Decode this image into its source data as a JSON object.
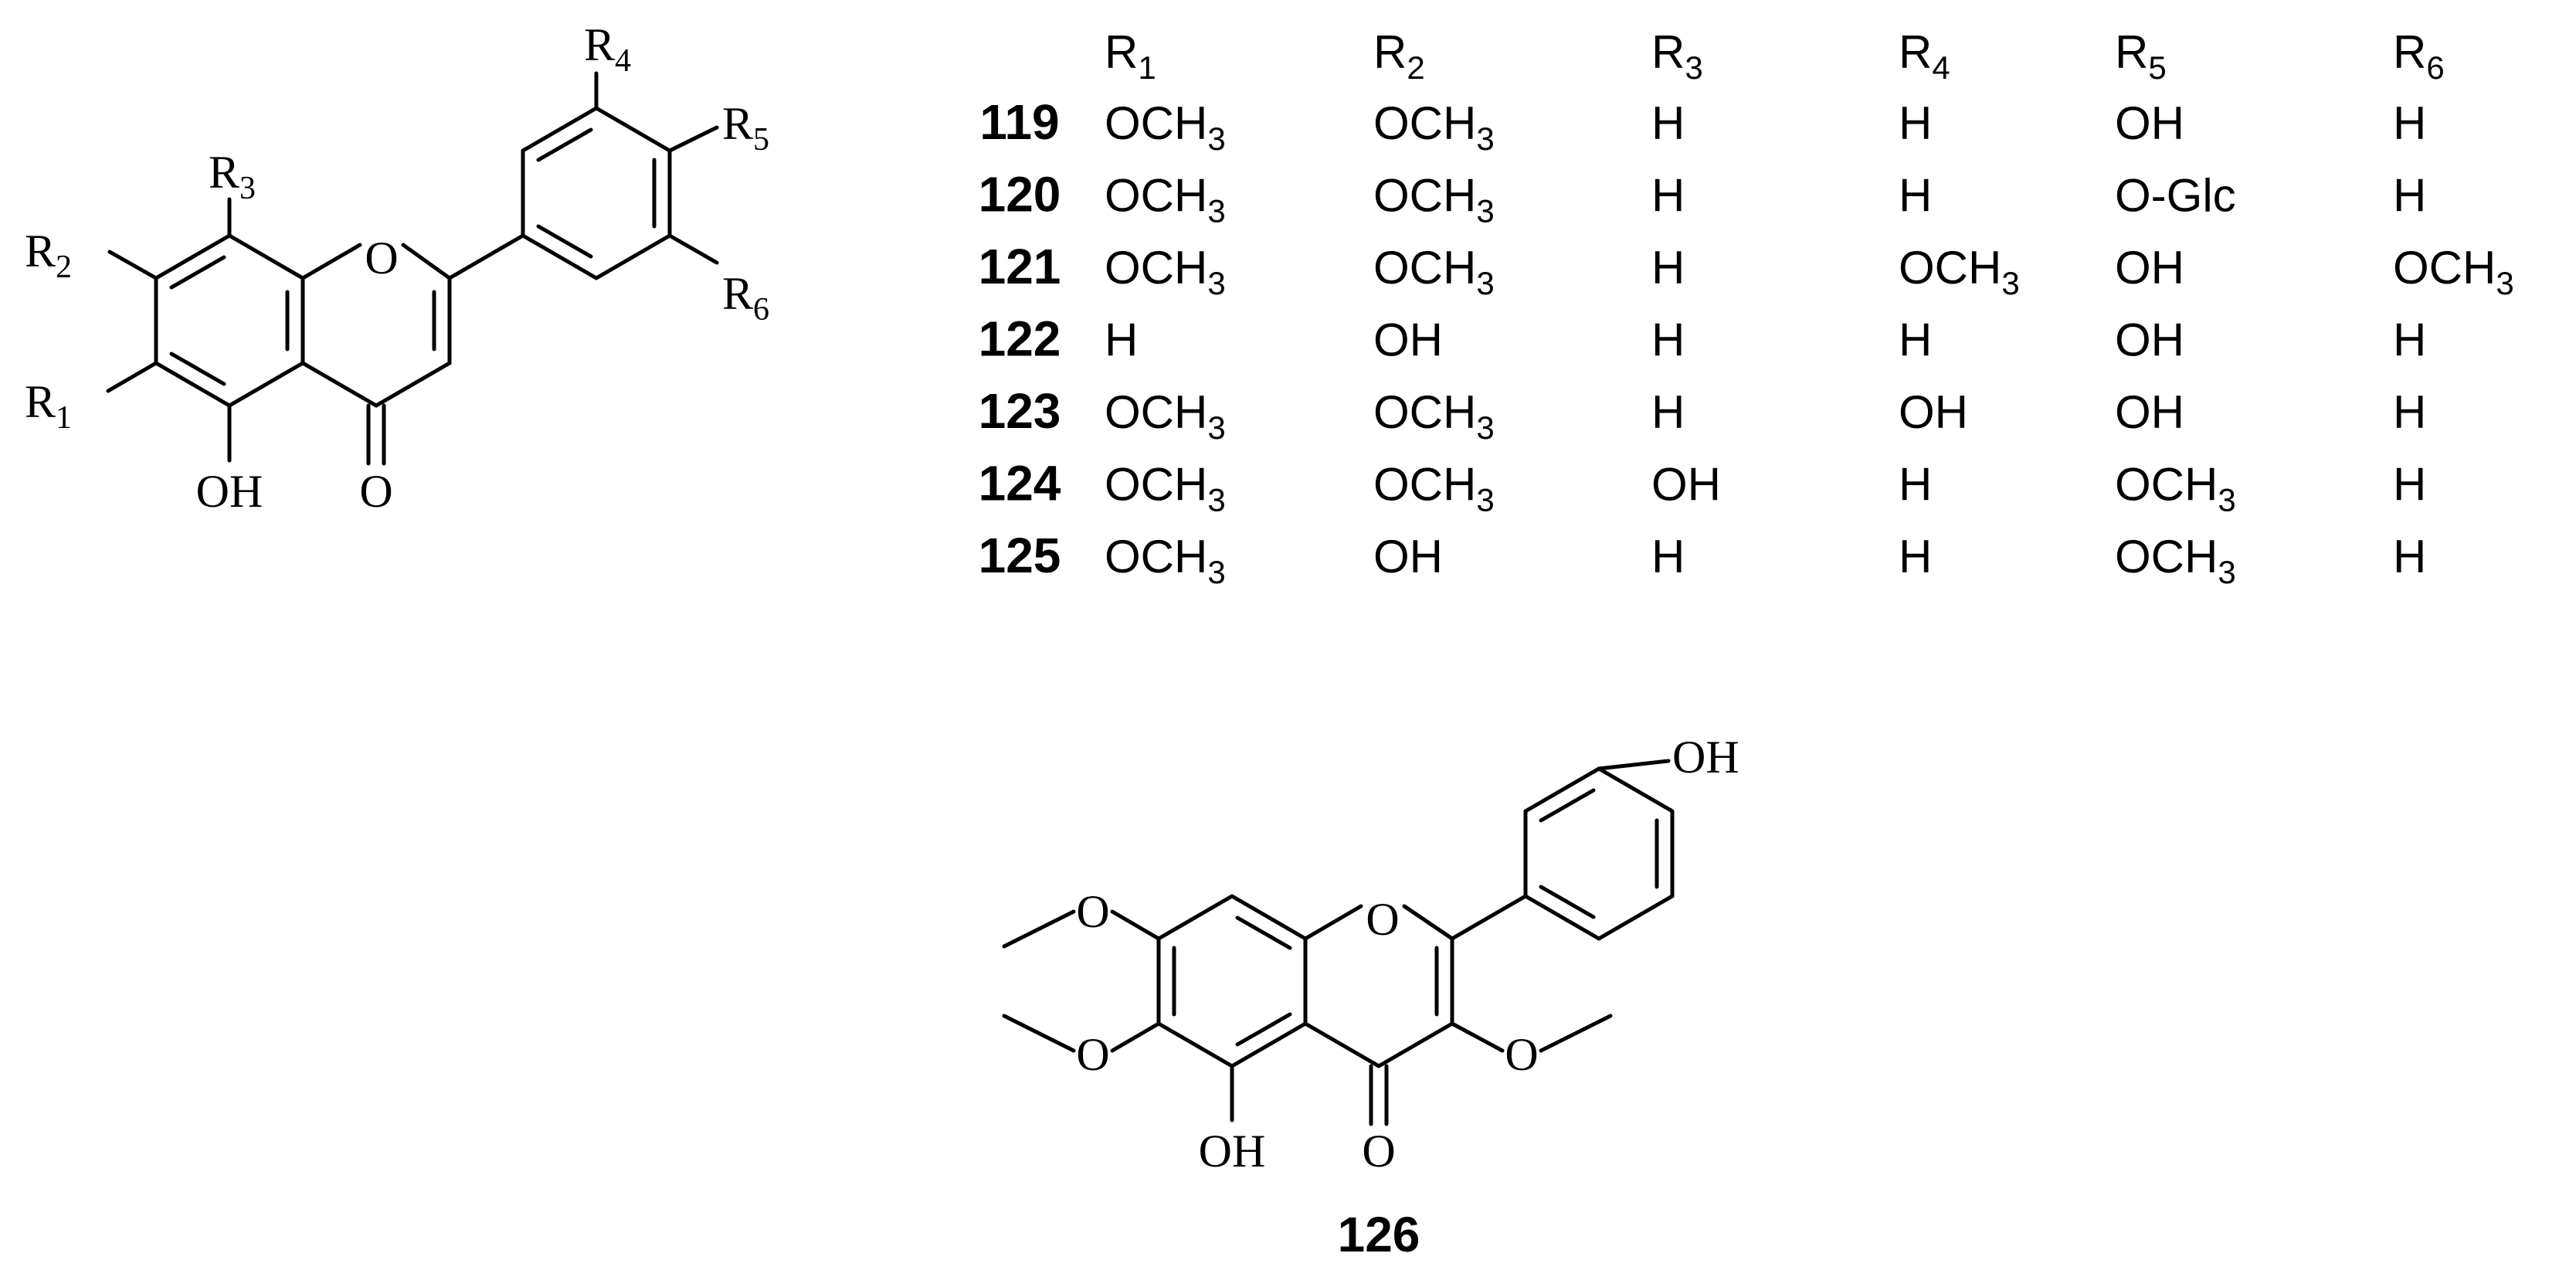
{
  "general_structure": {
    "atoms": {
      "ring_o": "O",
      "carbonyl_o": "O",
      "hydroxyl": "OH"
    },
    "substituent_labels": {
      "r1": {
        "base": "R",
        "sub": "1"
      },
      "r2": {
        "base": "R",
        "sub": "2"
      },
      "r3": {
        "base": "R",
        "sub": "3"
      },
      "r4": {
        "base": "R",
        "sub": "4"
      },
      "r5": {
        "base": "R",
        "sub": "5"
      },
      "r6": {
        "base": "R",
        "sub": "6"
      }
    }
  },
  "table": {
    "headers": [
      {
        "base": "R",
        "sub": "1"
      },
      {
        "base": "R",
        "sub": "2"
      },
      {
        "base": "R",
        "sub": "3"
      },
      {
        "base": "R",
        "sub": "4"
      },
      {
        "base": "R",
        "sub": "5"
      },
      {
        "base": "R",
        "sub": "6"
      }
    ],
    "rows": [
      {
        "id": "119",
        "cells": [
          "OCH3",
          "OCH3",
          "H",
          "H",
          "OH",
          "H"
        ]
      },
      {
        "id": "120",
        "cells": [
          "OCH3",
          "OCH3",
          "H",
          "H",
          "O-Glc",
          "H"
        ]
      },
      {
        "id": "121",
        "cells": [
          "OCH3",
          "OCH3",
          "H",
          "OCH3",
          "OH",
          "OCH3"
        ]
      },
      {
        "id": "122",
        "cells": [
          "H",
          "OH",
          "H",
          "H",
          "OH",
          "H"
        ]
      },
      {
        "id": "123",
        "cells": [
          "OCH3",
          "OCH3",
          "H",
          "OH",
          "OH",
          "H"
        ]
      },
      {
        "id": "124",
        "cells": [
          "OCH3",
          "OCH3",
          "OH",
          "H",
          "OCH3",
          "H"
        ]
      },
      {
        "id": "125",
        "cells": [
          "OCH3",
          "OH",
          "H",
          "H",
          "OCH3",
          "H"
        ]
      }
    ]
  },
  "compound_126": {
    "label": "126",
    "atoms": {
      "ring_o": "O",
      "carbonyl_o": "O",
      "hydroxyl_5": "OH",
      "hydroxyl_4p": "OH",
      "methoxy_7": "O",
      "methoxy_6": "O",
      "methoxy_3": "O"
    }
  }
}
